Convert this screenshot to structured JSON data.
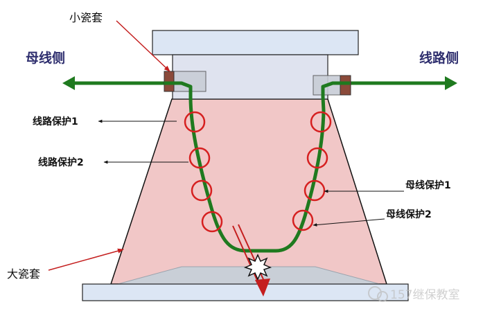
{
  "labels": {
    "small_bushing": "小瓷套",
    "large_bushing": "大瓷套",
    "bus_side": "母线侧",
    "line_side": "线路侧",
    "line_protection_1": "线路保护1",
    "line_protection_2": "线路保护2",
    "bus_protection_1": "母线保护1",
    "bus_protection_2": "母线保护2",
    "watermark": "157继保教室"
  },
  "colors": {
    "conductor": "#1f7a1f",
    "ct_ring": "#d62020",
    "pointer_red": "#c41e1e",
    "bushing_fill": "#f1c7c7",
    "plate_fill": "#dce6f4",
    "terminal": "#8b4a3a",
    "title_text": "#2e2e6e",
    "watermark": "#c8c8c8"
  }
}
